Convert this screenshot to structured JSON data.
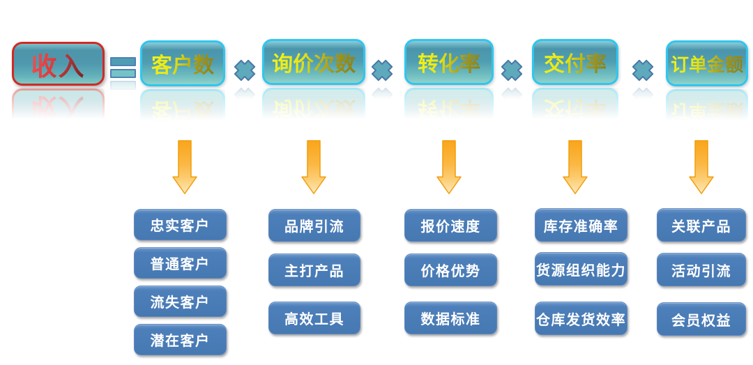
{
  "formula": {
    "result": "收入",
    "equals_symbol": "=",
    "multiply_symbol": "×",
    "factors": [
      {
        "label": "客户数",
        "items": [
          "忠实客户",
          "普通客户",
          "流失客户",
          "潜在客户"
        ]
      },
      {
        "label": "询价次数",
        "items": [
          "品牌引流",
          "主打产品",
          "高效工具"
        ]
      },
      {
        "label": "转化率",
        "items": [
          "报价速度",
          "价格优势",
          "数据标准"
        ]
      },
      {
        "label": "交付率",
        "items": [
          "库存准确率",
          "货源组织能力",
          "仓库发货效率"
        ]
      },
      {
        "label": "订单金额",
        "items": [
          "关联产品",
          "活动引流",
          "会员权益"
        ]
      }
    ]
  },
  "colors": {
    "result_border": "#cf2a24",
    "result_text_gradient": [
      "#f25353",
      "#7c1e1e"
    ],
    "factor_border": "#2fc6f0",
    "factor_fill_top": "#4b95ac",
    "factor_fill_bottom": "#8fd2cb",
    "factor_text_gradient": [
      "#f4f315",
      "#8a7d12"
    ],
    "multiply_fill": "#5fa9bd",
    "multiply_stroke": "#4a7ba6",
    "equals_bar_top": "#4f9db4",
    "equals_bar_bottom": "#74c3c7",
    "arrow_fill_top": "#faa51a",
    "arrow_fill_bottom": "#fde9bd",
    "arrow_stroke": "#f19d0b",
    "item_fill": "#4a7cb5",
    "item_text": "#ffffff"
  }
}
